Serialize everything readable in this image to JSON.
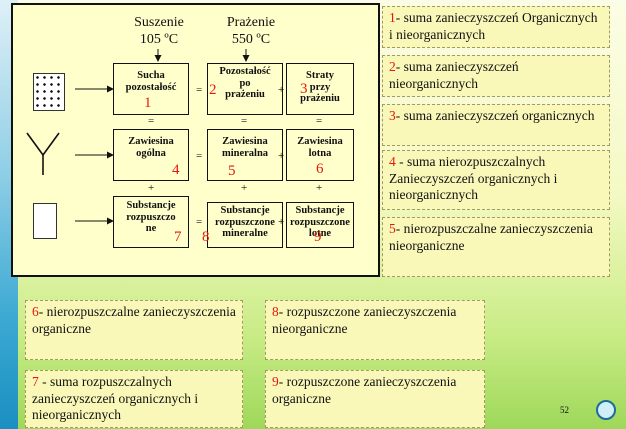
{
  "diagram": {
    "headers": [
      {
        "title": "Suszenie",
        "temp": "105 ºC"
      },
      {
        "title": "Prażenie",
        "temp": "550 ºC"
      }
    ],
    "rows": [
      {
        "nodes": [
          {
            "lines": [
              "Sucha",
              "pozostałość"
            ],
            "num": "1"
          },
          {
            "lines": [
              "Pozostałość",
              "po",
              "prażeniu"
            ],
            "num": "2"
          },
          {
            "lines": [
              "Straty",
              "przy",
              "prażeniu"
            ],
            "num": "3"
          }
        ]
      },
      {
        "nodes": [
          {
            "lines": [
              "Zawiesina",
              "ogólna"
            ],
            "num": "4"
          },
          {
            "lines": [
              "Zawiesina",
              "mineralna"
            ],
            "num": "5"
          },
          {
            "lines": [
              "Zawiesina",
              "lotna"
            ],
            "num": "6"
          }
        ]
      },
      {
        "nodes": [
          {
            "lines": [
              "Substancje",
              "rozpuszczo",
              "ne"
            ],
            "num": "7"
          },
          {
            "lines": [
              "Substancje",
              "rozpuszczone",
              "mineralne"
            ],
            "num": "8"
          },
          {
            "lines": [
              "Substancje",
              "rozpuszczone",
              "lotne"
            ],
            "num": "9"
          }
        ]
      }
    ],
    "ops": {
      "equals": "=",
      "plus": "+"
    }
  },
  "legend": [
    {
      "num": "1",
      "text": "- suma zanieczyszczeń Organicznych i nieorganicznych"
    },
    {
      "num": "2",
      "text": "- suma zanieczyszczeń nieorganicznych"
    },
    {
      "num": "3",
      "text": "- suma zanieczyszczeń organicznych"
    },
    {
      "num": "4",
      "text": " - suma nierozpuszczalnych Zanieczyszczeń organicznych i nieorganicznych"
    },
    {
      "num": "5",
      "text": "- nierozpuszczalne zanieczyszczenia nieorganiczne"
    },
    {
      "num": "6",
      "text": "- nierozpuszczalne zanieczyszczenia organiczne"
    },
    {
      "num": "7",
      "text": " - suma rozpuszczalnych zanieczyszczeń organicznych i nieorganicznych"
    },
    {
      "num": "8",
      "text": "- rozpuszczone zanieczyszczenia nieorganiczne"
    },
    {
      "num": "9",
      "text": "- rozpuszczone zanieczyszczenia organiczne"
    }
  ],
  "page_number": "52",
  "colors": {
    "accent_red": "#e8170e",
    "diagram_bg": "#ffffcc",
    "legend_bg": "#f9f8b8"
  }
}
